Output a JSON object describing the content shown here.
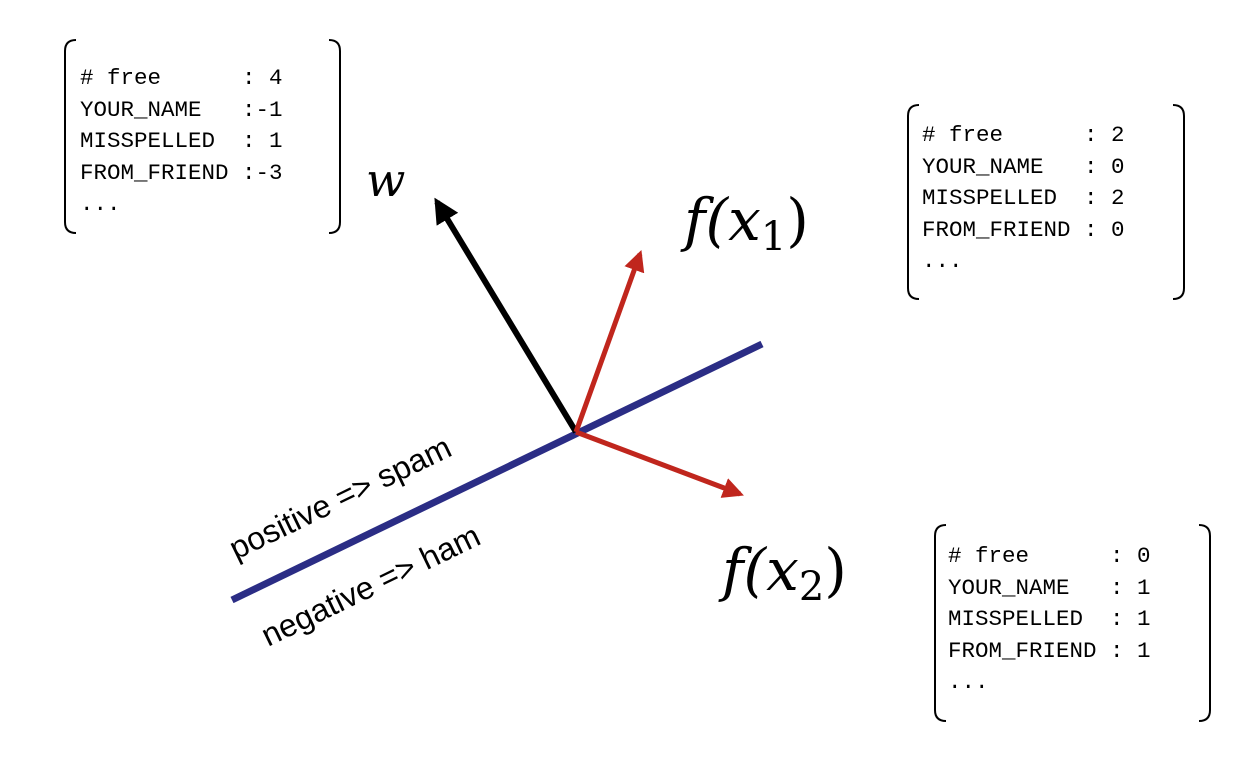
{
  "colors": {
    "weight_vector": "#000000",
    "feature_vector": "#c0261d",
    "decision_boundary": "#2b2d85",
    "text": "#000000"
  },
  "weight": {
    "label": "w",
    "features": [
      {
        "name": "# free",
        "value": "4"
      },
      {
        "name": "YOUR_NAME",
        "value": "-1"
      },
      {
        "name": "MISSPELLED",
        "value": "1"
      },
      {
        "name": "FROM_FRIEND",
        "value": "-3"
      }
    ],
    "ellipsis": "..."
  },
  "f_x1": {
    "label_base": "f(x",
    "label_sub": "1",
    "label_close": ")",
    "features": [
      {
        "name": "# free",
        "value": "2"
      },
      {
        "name": "YOUR_NAME",
        "value": "0"
      },
      {
        "name": "MISSPELLED",
        "value": "2"
      },
      {
        "name": "FROM_FRIEND",
        "value": "0"
      }
    ],
    "ellipsis": "..."
  },
  "f_x2": {
    "label_base": "f(x",
    "label_sub": "2",
    "label_close": ")",
    "features": [
      {
        "name": "# free",
        "value": "0"
      },
      {
        "name": "YOUR_NAME",
        "value": "1"
      },
      {
        "name": "MISSPELLED",
        "value": "1"
      },
      {
        "name": "FROM_FRIEND",
        "value": "1"
      }
    ],
    "ellipsis": "..."
  },
  "boundary": {
    "positive_label": "positive => spam",
    "negative_label": "negative => ham"
  }
}
